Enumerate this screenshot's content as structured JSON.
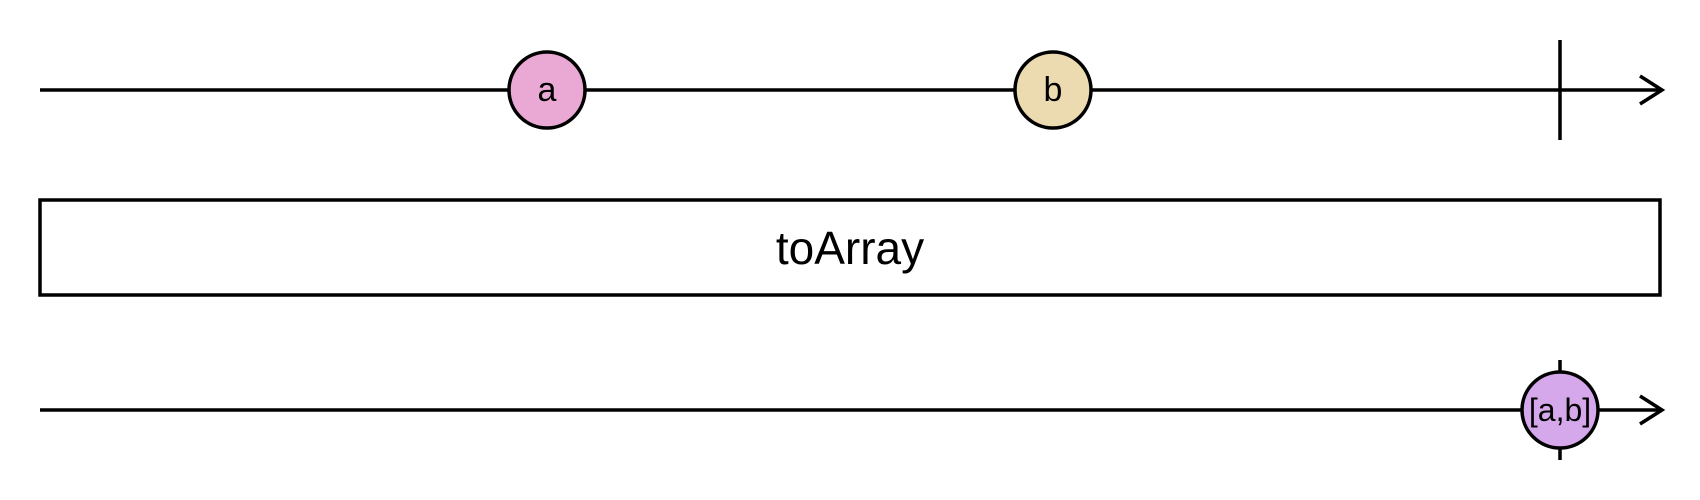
{
  "source": {
    "marbles": [
      {
        "label": "a",
        "color": "#eaa8d4",
        "order": 1
      },
      {
        "label": "b",
        "color": "#ecdbb0",
        "order": 2
      }
    ],
    "completes": true
  },
  "operator": {
    "label": "toArray"
  },
  "output": {
    "marbles": [
      {
        "label": "[a,b]",
        "color": "#d4a8ea",
        "at": "completion"
      }
    ],
    "completes": true
  }
}
